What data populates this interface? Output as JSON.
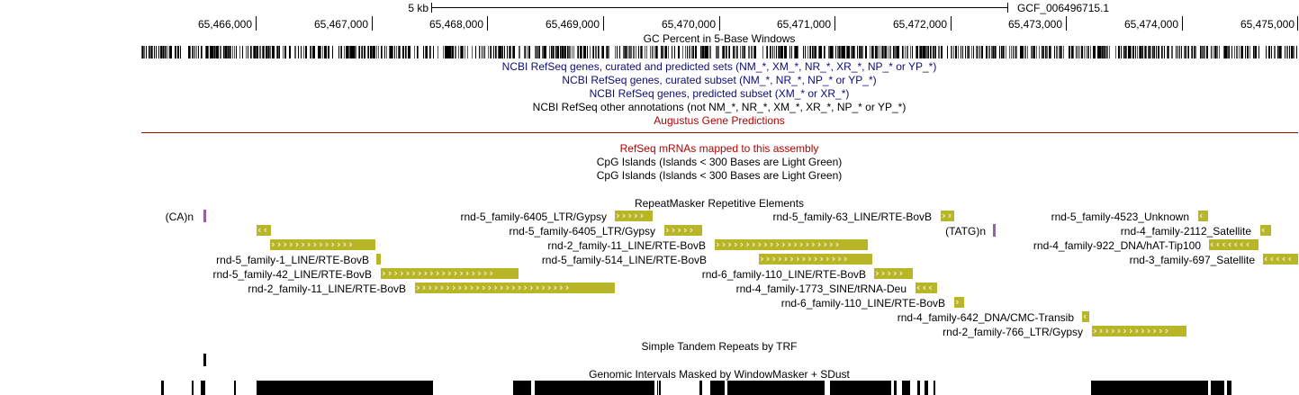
{
  "scale": {
    "label": "5 kb",
    "assembly": "GCF_006496715.1"
  },
  "ruler": {
    "ticks": [
      "65,466,000",
      "65,467,000",
      "65,468,000",
      "65,469,000",
      "65,470,000",
      "65,471,000",
      "65,472,000",
      "65,473,000",
      "65,474,000",
      "65,475,000"
    ]
  },
  "tracks": {
    "gc_percent": "GC Percent in 5-Base Windows",
    "refseq_all": "NCBI RefSeq genes, curated and predicted sets (NM_*, XM_*, NR_*, XR_*, NP_* or YP_*)",
    "refseq_curated": "NCBI RefSeq genes, curated subset (NM_*, NR_*, NP_* or YP_*)",
    "refseq_predicted": "NCBI RefSeq genes, predicted subset (XM_* or XR_*)",
    "refseq_other": "NCBI RefSeq other annotations (not NM_*, NR_*, XM_*, XR_*, NP_* or YP_*)",
    "augustus": "Augustus Gene Predictions",
    "refseq_mrna": "RefSeq mRNAs mapped to this assembly",
    "cpg1": "CpG Islands (Islands < 300 Bases are Light Green)",
    "cpg2": "CpG Islands (Islands < 300 Bases are Light Green)",
    "repeatmasker": "RepeatMasker Repetitive Elements",
    "trf": "Simple Tandem Repeats by TRF",
    "windowmasker": "Genomic Intervals Masked by WindowMasker + SDust"
  },
  "repeat_labels": {
    "ca_n": "(CA)n",
    "tatg_n": "(TATG)n",
    "r6405_a": "rnd-5_family-6405_LTR/Gypsy",
    "r6405_b": "rnd-5_family-6405_LTR/Gypsy",
    "r63": "rnd-5_family-63_LINE/RTE-BovB",
    "r4523": "rnd-5_family-4523_Unknown",
    "r2_11_a": "rnd-2_family-11_LINE/RTE-BovB",
    "r2112": "rnd-4_family-2112_Satellite",
    "r922": "rnd-4_family-922_DNA/hAT-Tip100",
    "r1": "rnd-5_family-1_LINE/RTE-BovB",
    "r514": "rnd-5_family-514_LINE/RTE-BovB",
    "r697": "rnd-3_family-697_Satellite",
    "r42": "rnd-5_family-42_LINE/RTE-BovB",
    "r110_a": "rnd-6_family-110_LINE/RTE-BovB",
    "r2_11_b": "rnd-2_family-11_LINE/RTE-BovB",
    "r1773": "rnd-4_family-1773_SINE/tRNA-Deu",
    "r110_b": "rnd-6_family-110_LINE/RTE-BovB",
    "r642": "rnd-4_family-642_DNA/CMC-Transib",
    "r766": "rnd-2_family-766_LTR/Gypsy"
  },
  "colors": {
    "repeat": "#b8b628",
    "simple_repeat": "#9a5fa8",
    "track_title_blue": "#0c0c78",
    "track_title_red": "#b40000",
    "divider": "#b40000"
  }
}
